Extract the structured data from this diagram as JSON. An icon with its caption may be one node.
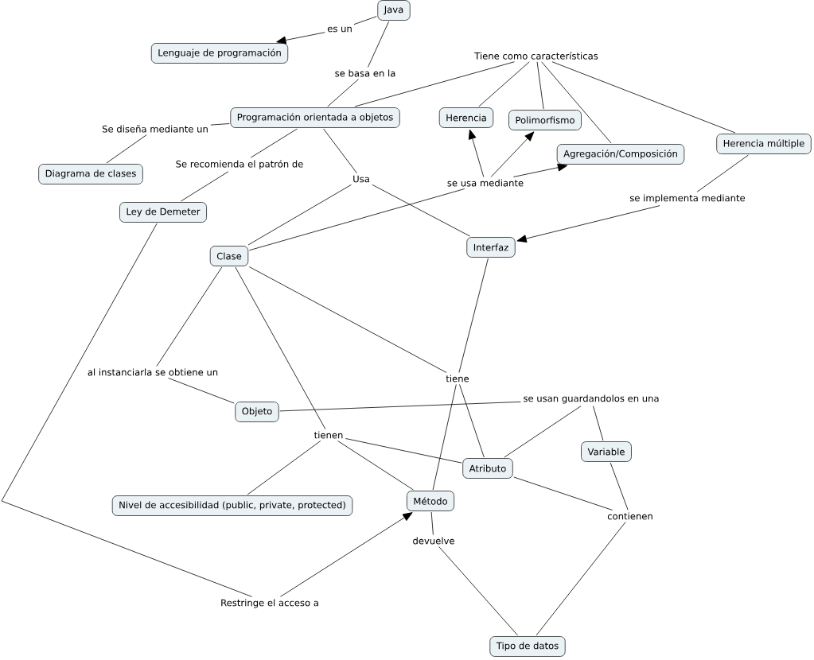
{
  "diagram": {
    "nodes": [
      {
        "text": [
          "Java"
        ]
      },
      {
        "text": [
          "es un"
        ]
      },
      {
        "text": [
          "Lenguaje de programación"
        ]
      },
      {
        "text": [
          "Tiene como características"
        ]
      },
      {
        "text": [
          "se basa en la"
        ]
      },
      {
        "text": [
          "Programación orientada a objetos"
        ]
      },
      {
        "text": [
          "Herencia"
        ]
      },
      {
        "text": [
          "Polimorfismo"
        ]
      },
      {
        "text": [
          "Se diseña mediante un"
        ]
      },
      {
        "text": [
          "Herencia múltiple"
        ]
      },
      {
        "text": [
          "Agregación/Composición"
        ]
      },
      {
        "text": [
          "Se recomienda el patrón de"
        ]
      },
      {
        "text": [
          "Diagrama de clases"
        ]
      },
      {
        "text": [
          "Usa"
        ]
      },
      {
        "text": [
          "se usa mediante"
        ]
      },
      {
        "text": [
          "se implementa mediante"
        ]
      },
      {
        "text": [
          "Ley de Demeter"
        ]
      },
      {
        "text": [
          "Interfaz"
        ]
      },
      {
        "text": [
          "Clase"
        ]
      },
      {
        "text": [
          "al instanciarla se obtiene un"
        ]
      },
      {
        "text": [
          "tiene"
        ]
      },
      {
        "text": [
          "se usan guardandolos en una"
        ]
      },
      {
        "text": [
          "Objeto"
        ]
      },
      {
        "text": [
          "tienen"
        ]
      },
      {
        "text": [
          "Variable"
        ]
      },
      {
        "text": [
          "Atributo"
        ]
      },
      {
        "text": [
          "Nivel de accesibilidad (public, private, protected)"
        ]
      },
      {
        "text": [
          "Método"
        ]
      },
      {
        "text": [
          "contienen"
        ]
      },
      {
        "text": [
          "devuelve"
        ]
      },
      {
        "text": [
          "Restringe el acceso a"
        ]
      },
      {
        "text": [
          "Tipo de datos"
        ]
      }
    ],
    "edges": [
      {
        "from": 0,
        "to": 1,
        "arrow": "none"
      },
      {
        "from": 1,
        "to": 2,
        "arrow": "to"
      },
      {
        "from": 0,
        "to": 4,
        "arrow": "none"
      },
      {
        "from": 4,
        "to": 5,
        "arrow": "none"
      },
      {
        "from": 5,
        "to": 3,
        "arrow": "none"
      },
      {
        "from": 3,
        "to": 6,
        "arrow": "none"
      },
      {
        "from": 3,
        "to": 7,
        "arrow": "none"
      },
      {
        "from": 3,
        "to": 10,
        "arrow": "none"
      },
      {
        "from": 3,
        "to": 9,
        "arrow": "none"
      },
      {
        "from": 5,
        "to": 8,
        "arrow": "none"
      },
      {
        "from": 8,
        "to": 12,
        "arrow": "none"
      },
      {
        "from": 5,
        "to": 11,
        "arrow": "none"
      },
      {
        "from": 11,
        "to": 16,
        "arrow": "none"
      },
      {
        "from": 5,
        "to": 13,
        "arrow": "none"
      },
      {
        "from": 13,
        "to": 18,
        "arrow": "none"
      },
      {
        "from": 13,
        "to": 17,
        "arrow": "none"
      },
      {
        "from": 18,
        "to": 14,
        "arrow": "none"
      },
      {
        "from": 14,
        "to": 6,
        "arrow": "to"
      },
      {
        "from": 14,
        "to": 7,
        "arrow": "to"
      },
      {
        "from": 14,
        "to": 10,
        "arrow": "to"
      },
      {
        "from": 9,
        "to": 15,
        "arrow": "none"
      },
      {
        "from": 15,
        "to": 17,
        "arrow": "to"
      },
      {
        "from": 18,
        "to": 19,
        "arrow": "none"
      },
      {
        "from": 19,
        "to": 22,
        "arrow": "none"
      },
      {
        "from": 18,
        "to": 20,
        "arrow": "none"
      },
      {
        "from": 17,
        "to": 20,
        "arrow": "none"
      },
      {
        "from": 20,
        "to": 27,
        "arrow": "none"
      },
      {
        "from": 20,
        "to": 25,
        "arrow": "none"
      },
      {
        "from": 18,
        "to": 23,
        "arrow": "none"
      },
      {
        "from": 23,
        "to": 26,
        "arrow": "none"
      },
      {
        "from": 23,
        "to": 27,
        "arrow": "none"
      },
      {
        "from": 23,
        "to": 25,
        "arrow": "none"
      },
      {
        "from": 22,
        "to": 21,
        "arrow": "none"
      },
      {
        "from": 21,
        "to": 25,
        "arrow": "none"
      },
      {
        "from": 21,
        "to": 24,
        "arrow": "none"
      },
      {
        "from": 25,
        "to": 28,
        "arrow": "none"
      },
      {
        "from": 24,
        "to": 28,
        "arrow": "none"
      },
      {
        "from": 28,
        "to": 31,
        "arrow": "none"
      },
      {
        "from": 27,
        "to": 29,
        "arrow": "none"
      },
      {
        "from": 29,
        "to": 31,
        "arrow": "none"
      },
      {
        "from": 16,
        "to": 30,
        "arrow": "none"
      },
      {
        "from": 30,
        "to": 27,
        "arrow": "to"
      }
    ]
  }
}
